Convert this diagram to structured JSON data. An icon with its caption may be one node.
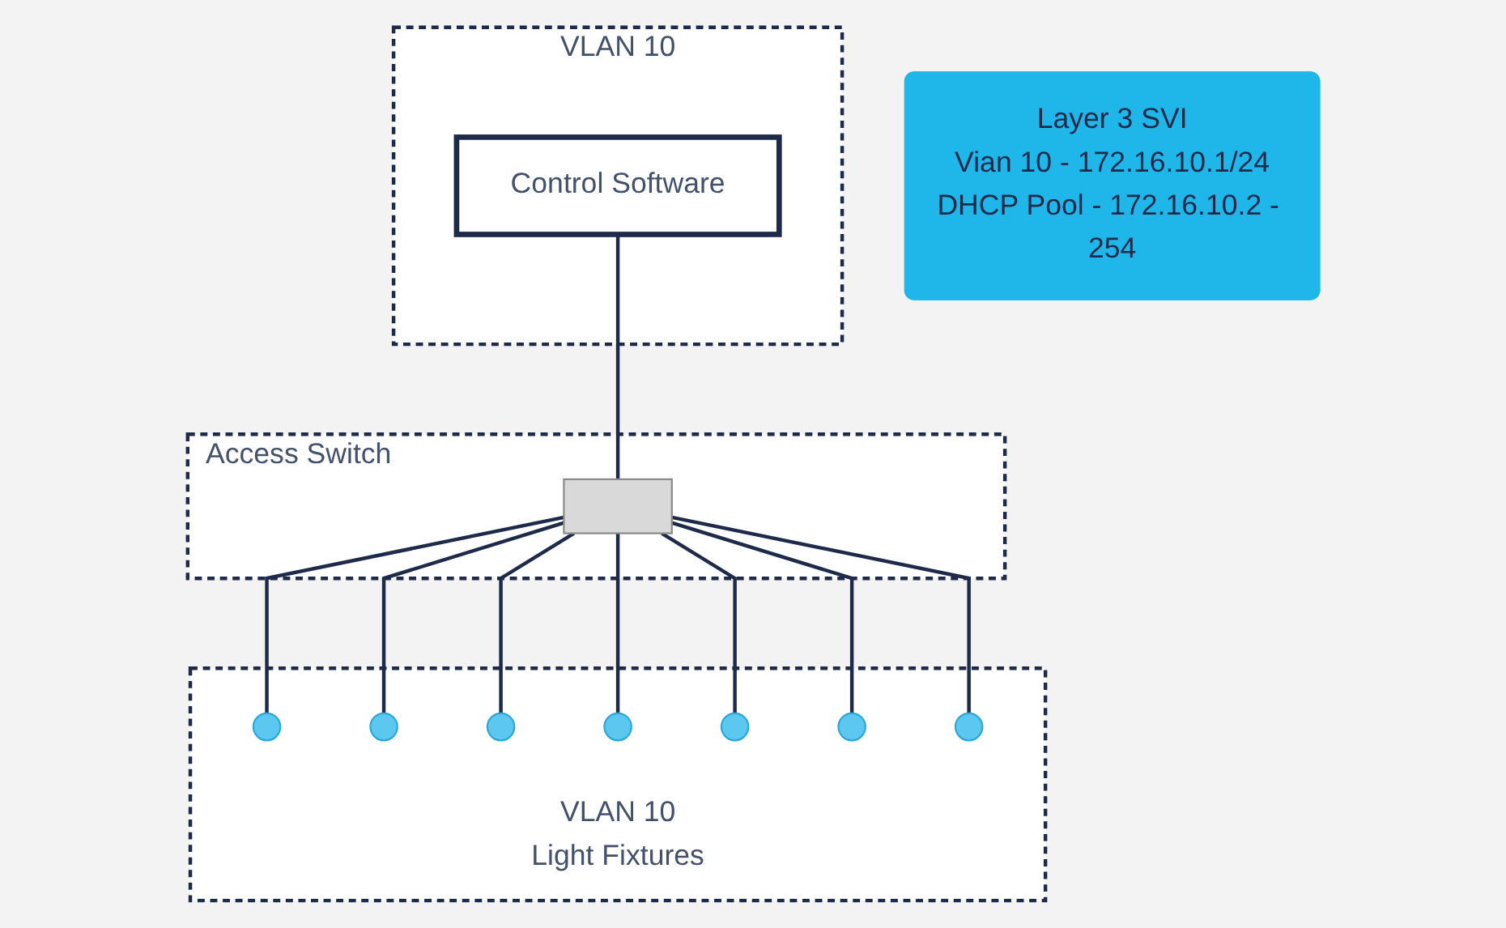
{
  "diagram": {
    "nodes": [
      {
        "text": [
          "VLAN 10"
        ]
      },
      {
        "text": [
          "Control Software"
        ],
        "in": 0
      },
      {
        "text": [
          "Access Switch"
        ]
      },
      {
        "text": [],
        "shape": "box",
        "in": 2
      },
      {
        "text": [
          "Layer 3 SVI",
          "Vian 10 - 172.16.10.1/24",
          "DHCP Pool - 172.16.10.2 - 254"
        ]
      },
      {
        "text": [
          "VLAN 10",
          "Light Fixtures"
        ]
      },
      {
        "text": [],
        "shape": "circle",
        "in": 5
      },
      {
        "text": [],
        "shape": "circle",
        "in": 5
      },
      {
        "text": [],
        "shape": "circle",
        "in": 5
      },
      {
        "text": [],
        "shape": "circle",
        "in": 5
      },
      {
        "text": [],
        "shape": "circle",
        "in": 5
      },
      {
        "text": [],
        "shape": "circle",
        "in": 5
      },
      {
        "text": [],
        "shape": "circle",
        "in": 5
      }
    ],
    "edges": [
      {
        "from": 1,
        "to": 3,
        "arrow": "none"
      },
      {
        "from": 3,
        "to": 6,
        "arrow": "none"
      },
      {
        "from": 3,
        "to": 7,
        "arrow": "none"
      },
      {
        "from": 3,
        "to": 8,
        "arrow": "none"
      },
      {
        "from": 3,
        "to": 9,
        "arrow": "none"
      },
      {
        "from": 3,
        "to": 10,
        "arrow": "none"
      },
      {
        "from": 3,
        "to": 11,
        "arrow": "none"
      },
      {
        "from": 3,
        "to": 12,
        "arrow": "none"
      }
    ]
  }
}
